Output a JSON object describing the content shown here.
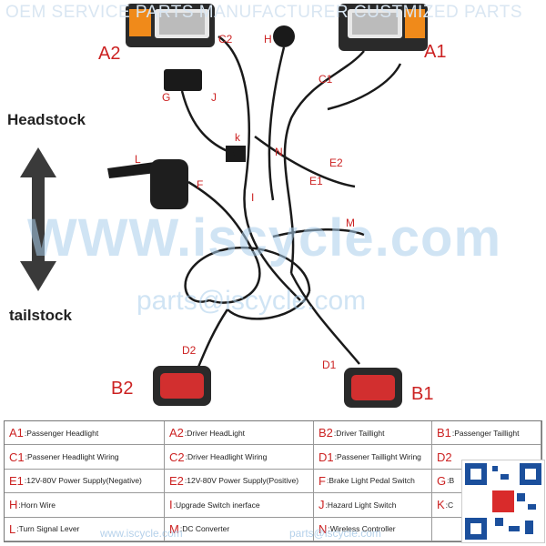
{
  "watermarks": {
    "top": "OEM SERVICE  PARTS MANUFACTURER  CUSTMIZED PARTS",
    "big": "WWW.iscycle.com",
    "email": "parts@iscycle.com",
    "footer_left": "www.iscycle.com",
    "footer_right": "parts@iscycle.com"
  },
  "directions": {
    "up": "Headstock",
    "down": "tailstock"
  },
  "photo_labels": {
    "A2": "A2",
    "A1": "A1",
    "B2": "B2",
    "B1": "B1",
    "C2": "C2",
    "C1": "C1",
    "D2": "D2",
    "D1": "D1",
    "E2": "E2",
    "E1": "E1",
    "G": "G",
    "H": "H",
    "I": "I",
    "J": "J",
    "K": "k",
    "L": "L",
    "M": "M",
    "N": "N",
    "F": "F"
  },
  "legend": [
    [
      {
        "code": "A1",
        "text": ":Passenger Headlight"
      },
      {
        "code": "A2",
        "text": ":Driver HeadLight"
      },
      {
        "code": "B2",
        "text": ":Driver Taillight"
      },
      {
        "code": "B1",
        "text": ":Passenger Taillight"
      }
    ],
    [
      {
        "code": "C1",
        "text": ":Passener Headlight Wiring"
      },
      {
        "code": "C2",
        "text": ":Driver Headlight Wiring"
      },
      {
        "code": "D1",
        "text": ":Passener Taillight Wiring"
      },
      {
        "code": "D2",
        "text": ""
      }
    ],
    [
      {
        "code": "E1",
        "text": ":12V-80V Power Supply(Negative)"
      },
      {
        "code": "E2",
        "text": ":12V-80V Power Supply(Positive)"
      },
      {
        "code": "F",
        "text": ":Brake Light Pedal Switch"
      },
      {
        "code": "G",
        "text": ":B"
      }
    ],
    [
      {
        "code": "H",
        "text": ":Horn Wire"
      },
      {
        "code": "I",
        "text": ":Upgrade Switch inerface"
      },
      {
        "code": "J",
        "text": ":Hazard Light Switch"
      },
      {
        "code": "K",
        "text": ":C"
      }
    ],
    [
      {
        "code": "L",
        "text": ":Turn Signal Lever"
      },
      {
        "code": "M",
        "text": ":DC Converter"
      },
      {
        "code": "N",
        "text": ":Wireless Controller"
      },
      {
        "code": "",
        "text": ""
      }
    ]
  ],
  "colors": {
    "label_red": "#cc2222",
    "wire": "#1a1a1a",
    "amber": "#f08a1a"
  }
}
